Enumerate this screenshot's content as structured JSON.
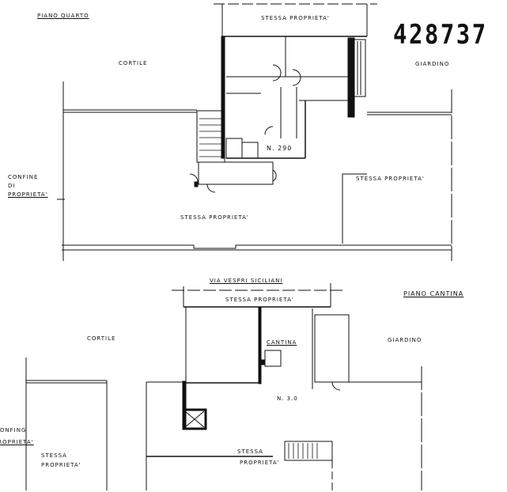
{
  "document_number": "428737",
  "upper_plan": {
    "title": "PIANO QUARTO",
    "top_neighbor": "STESSA PROPRIETA'",
    "courtyard": "CORTILE",
    "garden": "GIARDINO",
    "unit": "N. 290",
    "boundary": [
      "CONFINE",
      "DI",
      "PROPRIETA'"
    ],
    "right_neighbor": "STESSA PROPRIETA'",
    "bottom_neighbor": "STESSA PROPRIETA'"
  },
  "lower_plan": {
    "street": "VIA VESPRI SICILIANI",
    "title": "PIANO CANTINA",
    "top_neighbor": "STESSA PROPRIETA'",
    "courtyard": "CORTILE",
    "garden": "GIARDINO",
    "cellar": "CANTINA",
    "unit": "N. 3.0",
    "boundary": [
      "CONFING",
      "PROPRIETA'"
    ],
    "left_neighbor": [
      "STESSA",
      "PROPRIETA'"
    ],
    "bottom_neighbor": [
      "STESSA",
      "PROPRIETA'"
    ]
  }
}
